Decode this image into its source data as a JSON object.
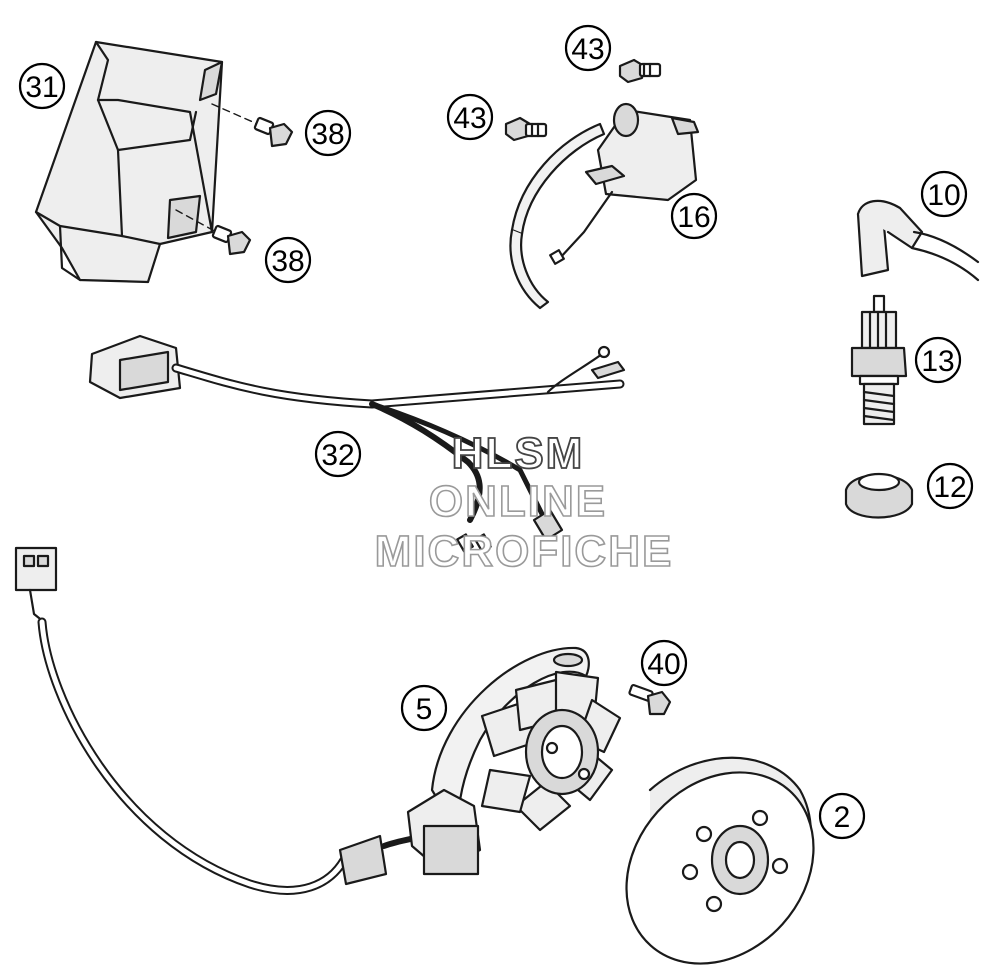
{
  "diagram": {
    "callouts": [
      "31",
      "38",
      "38",
      "43",
      "43",
      "16",
      "10",
      "13",
      "12",
      "32",
      "5",
      "40",
      "2"
    ]
  },
  "watermark": {
    "line1": "HLSM",
    "line2": "ONLINE",
    "line3": "MICROFICHE"
  },
  "colors": {
    "line": "#1a1a1a",
    "fill": "#ffffff",
    "shade": "#d9d9d9",
    "dark": "#a6a6a6"
  }
}
